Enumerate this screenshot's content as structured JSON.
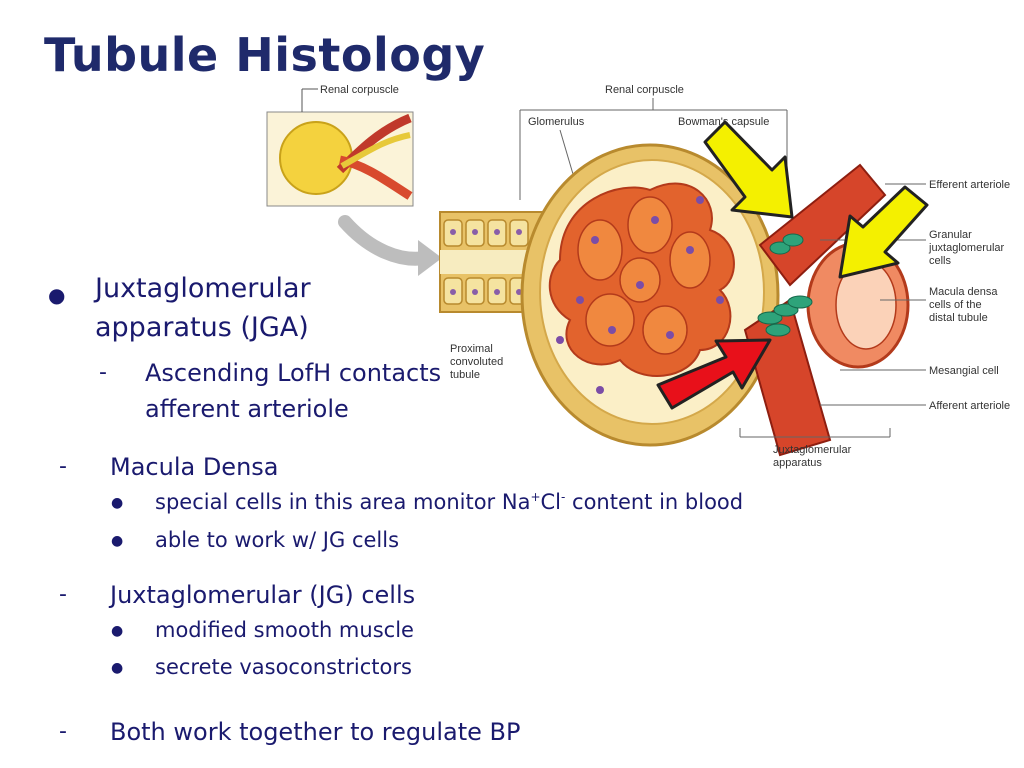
{
  "slide": {
    "title": "Tubule Histology",
    "bullet1": {
      "marker": "●",
      "text_line1": "Juxtaglomerular",
      "text_line2": "apparatus (JGA)"
    },
    "sub1": {
      "marker": "-",
      "line1": "Ascending LofH contacts",
      "line2": "afferent arteriole"
    },
    "macula": {
      "marker": "-",
      "text": "Macula Densa",
      "items": [
        {
          "pre": "special cells in this area monitor Na",
          "sup1": "+",
          "mid": "Cl",
          "sup2": "-",
          "post": " content in blood"
        },
        {
          "text": "able to work w/ JG cells"
        }
      ]
    },
    "jg": {
      "marker": "-",
      "text": "Juxtaglomerular (JG) cells",
      "items": [
        "modified smooth muscle",
        "secrete vasoconstrictors"
      ]
    },
    "both": {
      "marker": "-",
      "text": "Both work together to regulate BP"
    }
  },
  "diagram_labels": {
    "renal_corpuscle_small": "Renal corpuscle",
    "renal_corpuscle": "Renal corpuscle",
    "glomerulus": "Glomerulus",
    "bowmans": "Bowman's capsule",
    "efferent": "Efferent arteriole",
    "granular": [
      "Granular",
      "juxtaglomerular",
      "cells"
    ],
    "macula": [
      "Macula densa",
      "cells of the",
      "distal tubule"
    ],
    "proximal": [
      "Proximal",
      "convoluted",
      "tubule"
    ],
    "mesangial": "Mesangial cell",
    "afferent": "Afferent arteriole",
    "jga": [
      "Juxtaglomerular",
      "apparatus"
    ]
  },
  "colors": {
    "title": "#1f2a6b",
    "text": "#1a1a6e",
    "arrow_yellow": "#f4f000",
    "arrow_red": "#e8101a"
  }
}
